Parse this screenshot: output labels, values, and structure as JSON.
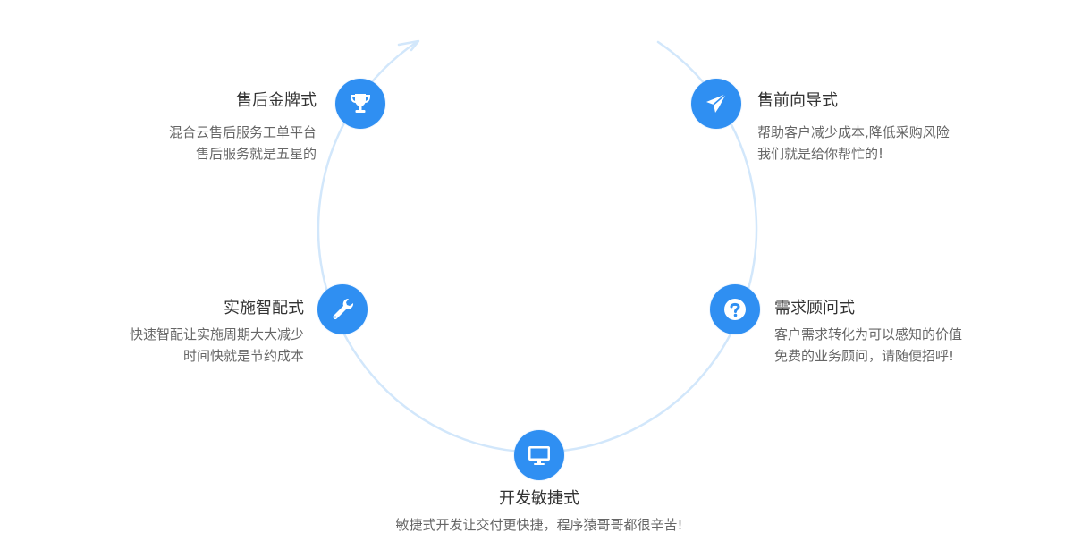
{
  "accent_color": "#2f8ff2",
  "ring_color": "#d2e7fb",
  "text_colors": {
    "title": "#333333",
    "desc": "#666666"
  },
  "stages": {
    "aftersale": {
      "icon": "trophy-icon",
      "title": "售后金牌式",
      "lines": [
        "混合云售后服务工单平台",
        "售后服务就是五星的"
      ]
    },
    "presale": {
      "icon": "paper-plane-icon",
      "title": "售前向导式",
      "lines": [
        "帮助客户减少成本,降低采购风险",
        "我们就是给你帮忙的!"
      ]
    },
    "implementation": {
      "icon": "wrench-icon",
      "title": "实施智配式",
      "lines": [
        "快速智配让实施周期大大减少",
        "时间快就是节约成本"
      ]
    },
    "consulting": {
      "icon": "question-icon",
      "title": "需求顾问式",
      "lines": [
        "客户需求转化为可以感知的价值",
        "免费的业务顾问，请随便招呼!"
      ]
    },
    "development": {
      "icon": "monitor-icon",
      "title": "开发敏捷式",
      "lines": [
        "敏捷式开发让交付更快捷，程序猿哥哥都很辛苦!"
      ]
    }
  }
}
